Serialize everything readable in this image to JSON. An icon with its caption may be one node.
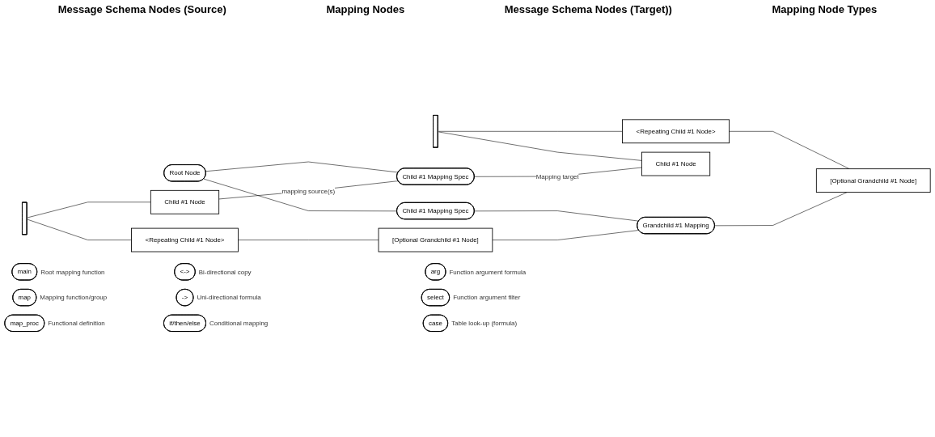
{
  "diagram": {
    "nodes": [
      {
        "text": [
          "Root Node"
        ]
      },
      {
        "text": [
          "Child #1 Mapping Spec"
        ]
      },
      {
        "text": [
          "Child #1 Mapping Spec"
        ]
      },
      {
        "text": [
          "Grandchild #1 Mapping"
        ]
      },
      {
        "text": [],
        "shape": "bar"
      },
      {
        "text": [
          "Child #1 Node"
        ]
      },
      {
        "text": [
          "<Repeating Child #1 Node>"
        ]
      },
      {
        "text": [
          "[Optional Grandchild #1 Node]"
        ]
      },
      {
        "text": [],
        "shape": "bar"
      },
      {
        "text": [
          "Child #1 Node"
        ]
      },
      {
        "text": [
          "<Repeating Child #1 Node>"
        ]
      },
      {
        "text": [
          "[Optional Grandchild #1 Node]"
        ]
      },
      {
        "text": [
          "main"
        ],
        "beside": [
          "Root mapping function"
        ]
      },
      {
        "text": [
          "<->"
        ],
        "beside": [
          "Bi-directional copy"
        ]
      },
      {
        "text": [
          "arg"
        ],
        "beside": [
          "Function argument formula"
        ]
      },
      {
        "text": [
          "map"
        ],
        "beside": [
          "Mapping function/group"
        ]
      },
      {
        "text": [
          "->"
        ],
        "beside": [
          "Uni-directional formula"
        ]
      },
      {
        "text": [
          "select"
        ],
        "beside": [
          "Function argument filter"
        ]
      },
      {
        "text": [
          "map_proc"
        ],
        "beside": [
          "Functional definition"
        ]
      },
      {
        "text": [
          "if/then/else"
        ],
        "beside": [
          "Conditional mapping"
        ]
      },
      {
        "text": [
          "case"
        ],
        "beside": [
          "Table look-up (formula)"
        ]
      }
    ],
    "edges": [
      {
        "from": 0,
        "to": 1,
        "arrow": "none"
      },
      {
        "from": 0,
        "to": 2,
        "arrow": "none"
      },
      {
        "from": 2,
        "to": 3,
        "arrow": "none"
      },
      {
        "from": 4,
        "to": 5,
        "arrow": "none"
      },
      {
        "from": 4,
        "to": 6,
        "arrow": "none"
      },
      {
        "from": 6,
        "to": 7,
        "arrow": "none"
      },
      {
        "from": 8,
        "to": 9,
        "arrow": "none"
      },
      {
        "from": 8,
        "to": 10,
        "arrow": "none"
      },
      {
        "from": 10,
        "to": 11,
        "arrow": "none"
      },
      {
        "from": 5,
        "to": 1,
        "arrow": "none",
        "label": "mapping source(s)"
      },
      {
        "from": 1,
        "to": 9,
        "arrow": "none",
        "label": "Mapping target"
      },
      {
        "from": 7,
        "to": 3,
        "arrow": "none"
      },
      {
        "from": 3,
        "to": 11,
        "arrow": "none"
      }
    ],
    "labels": [
      "Message Schema Nodes (Source)",
      "Mapping Nodes",
      "Message Schema Nodes (Target))",
      "Mapping Node Types"
    ]
  }
}
